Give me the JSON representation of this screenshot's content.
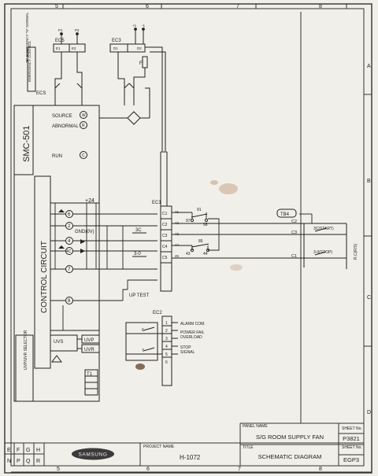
{
  "frame": {
    "col_numbers": [
      "5",
      "6",
      "7",
      "8"
    ],
    "row_letters": [
      "A",
      "B",
      "C",
      "D"
    ],
    "bottom_col_numbers": [
      "5",
      "6",
      "7",
      "8"
    ],
    "corner_grid_top": [
      "E",
      "F",
      "G",
      "H"
    ],
    "corner_grid_bottom": [
      "N",
      "P",
      "Q",
      "R"
    ]
  },
  "devices": {
    "smc": "SMC-501",
    "ecs": "ECS",
    "ec5": "EC5",
    "ec3": "EC3",
    "ec1": "EC1",
    "ec2": "EC2",
    "tb4": "TB4",
    "control_circuit": "CONTROL CIRCUIT",
    "uvp_selector": "UVP/UVR SELECTOR",
    "uvs": "UVS",
    "uvp": "UVP",
    "uvr": "UVR",
    "t1": "T1",
    "fuse": "F",
    "emergency_label": "EMERGENCY CONTROL",
    "normal_label": "NORMAL",
    "ecs_top_label": "\"E\" EMERGENCY \"N\" NORMAL"
  },
  "ec5_terminals": [
    "P1",
    "P2"
  ],
  "ec3_terminals": [
    "+1",
    "-1"
  ],
  "ec5_inner": [
    "E1",
    "E2"
  ],
  "ec3_inner": [
    "D1",
    "D2"
  ],
  "panel_items": [
    {
      "label": "SOURCE",
      "symbol": "W"
    },
    {
      "label": "ABNORMAL",
      "symbol": "R"
    },
    {
      "label": "RUN",
      "symbol": "C"
    }
  ],
  "supply_label": "+24",
  "circle_terminals": [
    {
      "num": "6",
      "label": ""
    },
    {
      "num": "2",
      "label": "GND(0V)"
    },
    {
      "num": "4",
      "label": ""
    },
    {
      "num": "4C",
      "label": ""
    },
    {
      "num": "7",
      "label": ""
    },
    {
      "num": "8",
      "label": "UP TEST"
    }
  ],
  "ec1_terminals": [
    {
      "term": "C1",
      "wire": "41"
    },
    {
      "term": "C2",
      "wire": "42"
    },
    {
      "term": "C3",
      "wire": "43"
    },
    {
      "term": "C4",
      "wire": "44"
    },
    {
      "term": "C5",
      "wire": "45"
    }
  ],
  "relay_labels": [
    "3C",
    "3-0"
  ],
  "relay_contacts": {
    "r1": {
      "a": "97",
      "b": "98",
      "top": "91"
    },
    "r2": {
      "a": "43",
      "b": "44",
      "top": "85"
    }
  },
  "remote": {
    "c2": "C2",
    "c3": "C3",
    "c1": "C1",
    "start": "3C(START)",
    "stop": "3-0(STOP)",
    "station": "R.C(R/S)"
  },
  "ec2_terminals": [
    "1",
    "2",
    "3",
    "4",
    "5",
    "6"
  ],
  "ec2_signals": [
    {
      "label": "ALARM COM."
    },
    {
      "label": "POWER FAIL",
      "sub": "OVERLOAD"
    },
    {
      "label": "STOP",
      "sub": "SIGNAL"
    }
  ],
  "ec2_contacts": [
    "6",
    "7"
  ],
  "title_block": {
    "company": "SAMSUNG",
    "project_name_label": "PROJECT NAME",
    "project_name": "H-1072",
    "panel_name_label": "PANEL NAME",
    "panel_name": "S/G ROOM SUPPLY FAN",
    "title_label": "TITLE",
    "title": "SCHEMATIC DIAGRAM",
    "sheet_no_label": "SHEET No.",
    "sheet_no": "P3821",
    "sheet_no2_label": "SHEET No.",
    "sheet_no2": "EGP3"
  }
}
